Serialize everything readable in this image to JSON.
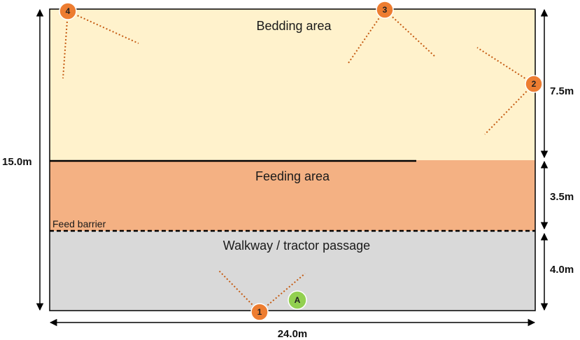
{
  "zones": {
    "bedding": {
      "label": "Bedding area",
      "color": "#FFF2CC"
    },
    "feeding": {
      "label": "Feeding area",
      "color": "#F4B183"
    },
    "walkway": {
      "label": "Walkway / tractor passage",
      "color": "#D9D9D9"
    }
  },
  "feed_barrier": {
    "label": "Feed barrier"
  },
  "dimensions": {
    "total_length": "24.0m",
    "total_width": "15.0m",
    "bedding_depth": "7.5m",
    "feeding_depth": "3.5m",
    "walkway_depth": "4.0m"
  },
  "cameras": [
    {
      "label": "1",
      "color": "#ED7D31"
    },
    {
      "label": "2",
      "color": "#ED7D31"
    },
    {
      "label": "3",
      "color": "#ED7D31"
    },
    {
      "label": "4",
      "color": "#ED7D31"
    }
  ],
  "marker_a": {
    "label": "A",
    "color": "#92D050"
  },
  "colors": {
    "view_lines": "#C55A11",
    "border": "#000000"
  }
}
